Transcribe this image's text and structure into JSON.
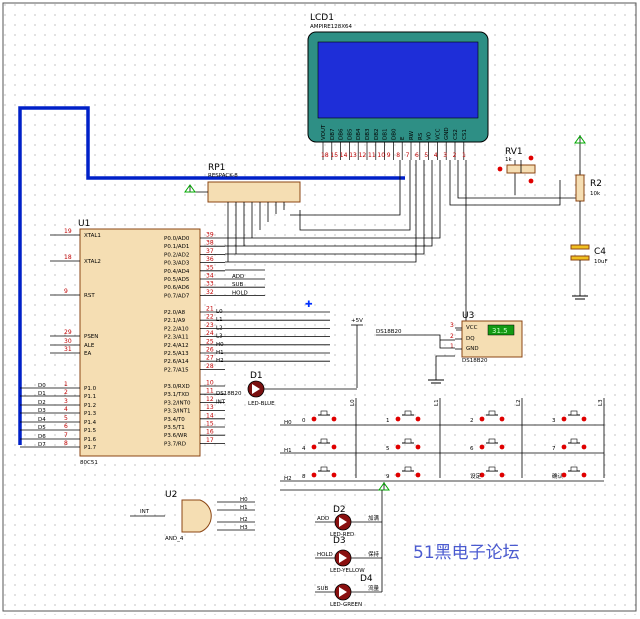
{
  "lcd": {
    "ref": "LCD1",
    "model": "AMPIRE128X64",
    "pins": [
      "VOUT",
      "DB7",
      "DB6",
      "DB5",
      "DB4",
      "DB3",
      "DB2",
      "DB1",
      "DB0",
      "E",
      "RW",
      "RS",
      "VO",
      "VCC",
      "GND",
      "CS2",
      "CS1"
    ],
    "nums": [
      "18",
      "15",
      "14",
      "13",
      "12",
      "11",
      "10",
      "9",
      "8",
      "7",
      "6",
      "5",
      "4",
      "3",
      "2",
      "1"
    ]
  },
  "rp1": {
    "ref": "RP1",
    "model": "RESPACK-8"
  },
  "u1": {
    "ref": "U1",
    "model": "80C51",
    "left_pins": [
      {
        "n": "19",
        "l": "XTAL1"
      },
      {
        "n": "18",
        "l": "XTAL2"
      },
      {
        "n": "9",
        "l": "RST"
      },
      {
        "n": "29",
        "l": "PSEN"
      },
      {
        "n": "30",
        "l": "ALE"
      },
      {
        "n": "31",
        "l": "EA"
      },
      {
        "n": "1",
        "l": "P1.0"
      },
      {
        "n": "2",
        "l": "P1.1"
      },
      {
        "n": "3",
        "l": "P1.2"
      },
      {
        "n": "4",
        "l": "P1.3"
      },
      {
        "n": "5",
        "l": "P1.4"
      },
      {
        "n": "6",
        "l": "P1.5"
      },
      {
        "n": "7",
        "l": "P1.6"
      },
      {
        "n": "8",
        "l": "P1.7"
      }
    ],
    "right_pins": [
      {
        "n": "39",
        "l": "P0.0/AD0"
      },
      {
        "n": "38",
        "l": "P0.1/AD1"
      },
      {
        "n": "37",
        "l": "P0.2/AD2"
      },
      {
        "n": "36",
        "l": "P0.3/AD3"
      },
      {
        "n": "35",
        "l": "P0.4/AD4"
      },
      {
        "n": "34",
        "l": "P0.5/AD5"
      },
      {
        "n": "33",
        "l": "P0.6/AD6"
      },
      {
        "n": "32",
        "l": "P0.7/AD7"
      },
      {
        "n": "21",
        "l": "P2.0/A8"
      },
      {
        "n": "22",
        "l": "P2.1/A9"
      },
      {
        "n": "23",
        "l": "P2.2/A10"
      },
      {
        "n": "24",
        "l": "P2.3/A11"
      },
      {
        "n": "25",
        "l": "P2.4/A12"
      },
      {
        "n": "26",
        "l": "P2.5/A13"
      },
      {
        "n": "27",
        "l": "P2.6/A14"
      },
      {
        "n": "28",
        "l": "P2.7/A15"
      },
      {
        "n": "10",
        "l": "P3.0/RXD"
      },
      {
        "n": "11",
        "l": "P3.1/TXD"
      },
      {
        "n": "12",
        "l": "P3.2/INT0"
      },
      {
        "n": "13",
        "l": "P3.3/INT1"
      },
      {
        "n": "14",
        "l": "P3.4/T0"
      },
      {
        "n": "15",
        "l": "P3.5/T1"
      },
      {
        "n": "16",
        "l": "P3.6/WR"
      },
      {
        "n": "17",
        "l": "P3.7/RD"
      }
    ],
    "p1_nets": [
      "D0",
      "D1",
      "D2",
      "D3",
      "D4",
      "D5",
      "D6",
      "D7"
    ],
    "p0_nets": [
      "ADD",
      "SUB",
      "HOLD"
    ],
    "p2_nets": [
      "L0",
      "L1",
      "L2",
      "L3",
      "H0",
      "H1",
      "H2"
    ],
    "p3_nets": [
      "DS18B20",
      "INT"
    ]
  },
  "rv1": {
    "ref": "RV1",
    "value": "1k"
  },
  "r2": {
    "ref": "R2",
    "value": "10k"
  },
  "c4": {
    "ref": "C4",
    "value": "10uF"
  },
  "u3": {
    "ref": "U3",
    "model": "DS18B20",
    "net": "DS18B20",
    "pins": [
      {
        "n": "3",
        "l": "VCC"
      },
      {
        "n": "2",
        "l": "DQ"
      },
      {
        "n": "1",
        "l": "GND"
      }
    ],
    "display": "31.5"
  },
  "power": {
    "vcc": "+5V"
  },
  "d1": {
    "ref": "D1",
    "model": "LED-BLUE"
  },
  "d2": {
    "ref": "D2",
    "model": "LED-RED",
    "net": "ADD",
    "label": "加满"
  },
  "d3": {
    "ref": "D3",
    "model": "LED-YELLOW",
    "net": "HOLD",
    "label": "保持"
  },
  "d4": {
    "ref": "D4",
    "model": "LED-GREEN",
    "net": "SUB",
    "label": "流量"
  },
  "u2": {
    "ref": "U2",
    "model": "AND_4",
    "inputs": [
      "H0",
      "H1",
      "H2",
      "H3"
    ],
    "output": "INT"
  },
  "keypad": {
    "cols": [
      "L0",
      "L1",
      "L2",
      "L3"
    ],
    "rows": [
      "H0",
      "H1",
      "H2"
    ],
    "buttons": [
      {
        "r": 0,
        "c": 0,
        "l": "0"
      },
      {
        "r": 0,
        "c": 1,
        "l": "1"
      },
      {
        "r": 0,
        "c": 2,
        "l": "2"
      },
      {
        "r": 0,
        "c": 3,
        "l": "3"
      },
      {
        "r": 1,
        "c": 0,
        "l": "4"
      },
      {
        "r": 1,
        "c": 1,
        "l": "5"
      },
      {
        "r": 1,
        "c": 2,
        "l": "6"
      },
      {
        "r": 1,
        "c": 3,
        "l": "7"
      },
      {
        "r": 2,
        "c": 0,
        "l": "8"
      },
      {
        "r": 2,
        "c": 1,
        "l": "9"
      },
      {
        "r": 2,
        "c": 2,
        "l": "设定"
      },
      {
        "r": 2,
        "c": 3,
        "l": "确认"
      }
    ]
  },
  "watermark": "51黑电子论坛"
}
